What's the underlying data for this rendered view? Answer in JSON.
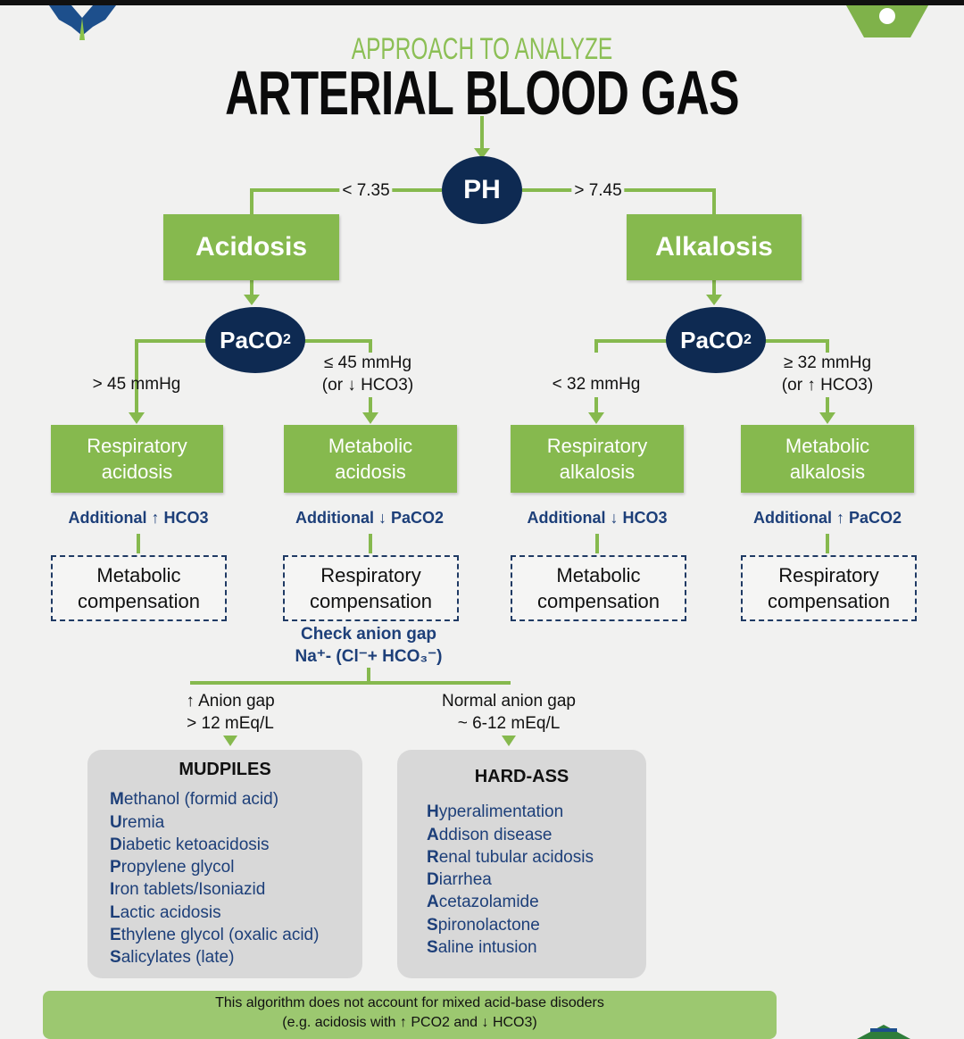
{
  "header": {
    "subtitle": "APPROACH TO ANALYZE",
    "title": "ARTERIAL BLOOD GAS"
  },
  "ph": {
    "label": "PH",
    "low": "< 7.35",
    "high": "> 7.45"
  },
  "acidosis": {
    "label": "Acidosis",
    "paco2": "PaCO",
    "paco2_sub": "2"
  },
  "alkalosis": {
    "label": "Alkalosis",
    "paco2": "PaCO",
    "paco2_sub": "2"
  },
  "branches": [
    {
      "cond1": "> 45 mmHg",
      "cond2": "",
      "box": [
        "Respiratory",
        "acidosis"
      ],
      "additional": "Additional ↑ HCO3",
      "comp": [
        "Metabolic",
        "compensation"
      ]
    },
    {
      "cond1": "≤ 45 mmHg",
      "cond2": "(or ↓ HCO3)",
      "box": [
        "Metabolic",
        "acidosis"
      ],
      "additional": "Additional ↓ PaCO2",
      "comp": [
        "Respiratory",
        "compensation"
      ]
    },
    {
      "cond1": "< 32 mmHg",
      "cond2": "",
      "box": [
        "Respiratory",
        "alkalosis"
      ],
      "additional": "Additional ↓ HCO3",
      "comp": [
        "Metabolic",
        "compensation"
      ]
    },
    {
      "cond1": "≥ 32 mmHg",
      "cond2": "(or ↑ HCO3)",
      "box": [
        "Metabolic",
        "alkalosis"
      ],
      "additional": "Additional ↑ PaCO2",
      "comp": [
        "Respiratory",
        "compensation"
      ]
    }
  ],
  "anion": {
    "check": "Check anion gap",
    "formula": "Na⁺- (Cl⁻+ HCO₃⁻)",
    "high1": "↑ Anion gap",
    "high2": "> 12 mEq/L",
    "normal1": "Normal anion gap",
    "normal2": "~ 6-12 mEq/L"
  },
  "mudpiles": {
    "title": "MUDPILES",
    "items": [
      [
        "M",
        "ethanol (formid acid)"
      ],
      [
        "U",
        "remia"
      ],
      [
        "D",
        "iabetic ketoacidosis"
      ],
      [
        "P",
        "ropylene glycol"
      ],
      [
        "I",
        "ron tablets/Isoniazid"
      ],
      [
        "L",
        "actic acidosis"
      ],
      [
        "E",
        "thylene glycol (oxalic acid)"
      ],
      [
        "S",
        "alicylates (late)"
      ]
    ]
  },
  "hardass": {
    "title": "HARD-ASS",
    "items": [
      [
        "H",
        "yperalimentation"
      ],
      [
        "A",
        "ddison disease"
      ],
      [
        "R",
        "enal tubular acidosis"
      ],
      [
        "D",
        "iarrhea"
      ],
      [
        "A",
        "cetazolamide"
      ],
      [
        "S",
        "pironolactone"
      ],
      [
        "S",
        "aline intusion"
      ]
    ]
  },
  "footer": {
    "line1": "This algorithm does not account for mixed acid-base disoders",
    "line2": "(e.g. acidosis with ↑ PCO2 and ↓ HCO3)"
  }
}
